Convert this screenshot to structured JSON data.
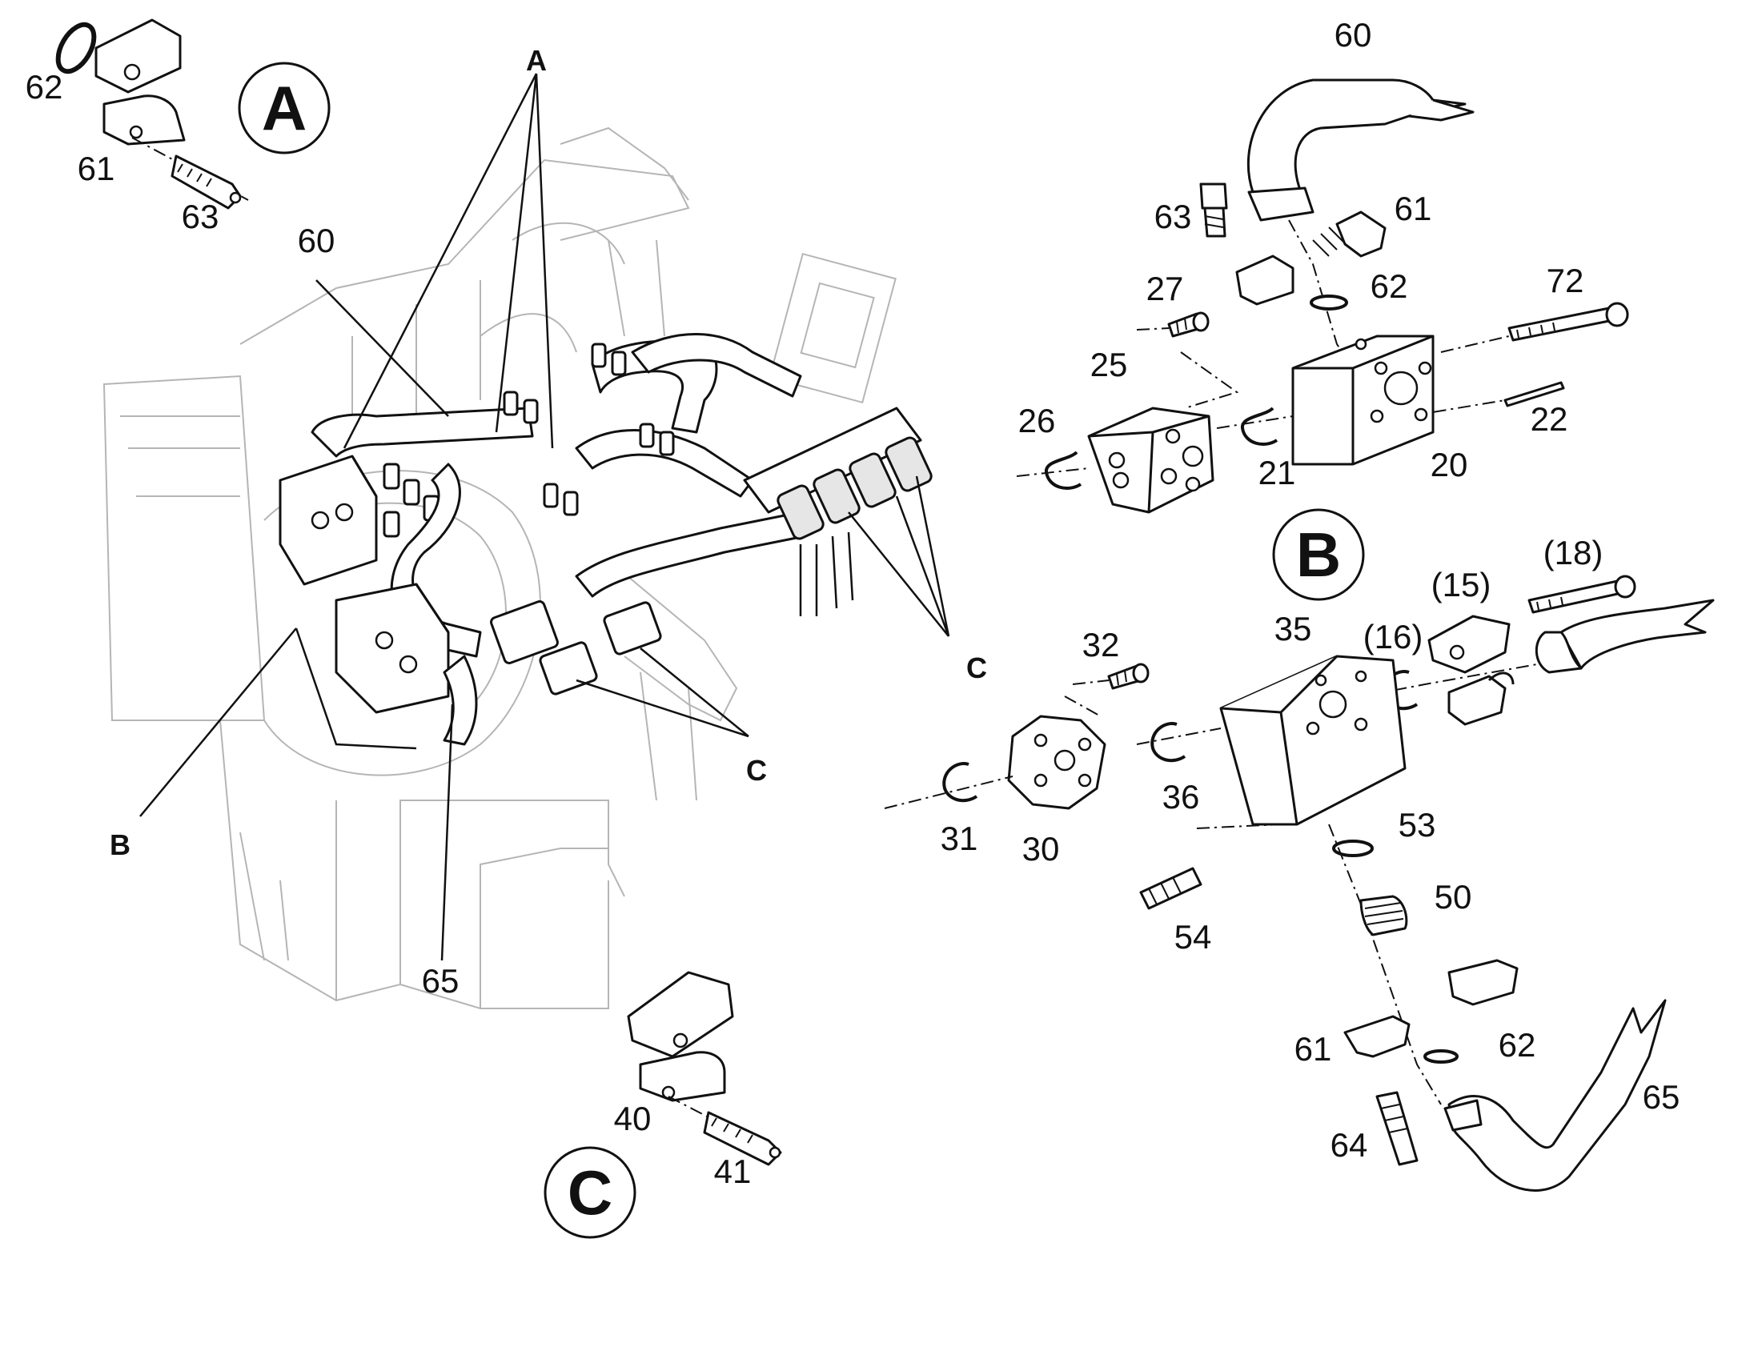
{
  "callout_letters": {
    "A": "A",
    "B": "B",
    "C": "C"
  },
  "detail_badges": {
    "A": "A",
    "B": "B",
    "C": "C"
  },
  "detail_A": {
    "labels": {
      "clamp_ring": "62",
      "flange_half": "61",
      "screw": "63"
    }
  },
  "detail_C": {
    "labels": {
      "flange_half": "40",
      "screw": "41"
    }
  },
  "main_view": {
    "labels": {
      "pipe_upper": "60",
      "pipe_lower": "65"
    }
  },
  "top_right_assembly": {
    "labels": {
      "pipe": "60",
      "flange_half_right": "61",
      "screw": "63",
      "oring_top": "62",
      "bolt_long": "72",
      "screw_small": "27",
      "dashed_group": "25",
      "ring_left": "26",
      "ring_mid": "21",
      "block": "20",
      "pin": "22"
    }
  },
  "bottom_right_assembly": {
    "labels": {
      "bolt_18": "(18)",
      "flange_15": "(15)",
      "ring_16": "(16)",
      "block": "35",
      "screw_small": "32",
      "ring_36": "36",
      "ring_31": "31",
      "block_30": "30",
      "oring_53": "53",
      "nut_50": "50",
      "plug_54": "54",
      "flange_61": "61",
      "oring_62": "62",
      "screw_64": "64",
      "pipe_65": "65"
    }
  },
  "colors": {
    "line": "#111111",
    "ghost_frame": "#b5b5b5",
    "shade": "#e6e6e6"
  }
}
